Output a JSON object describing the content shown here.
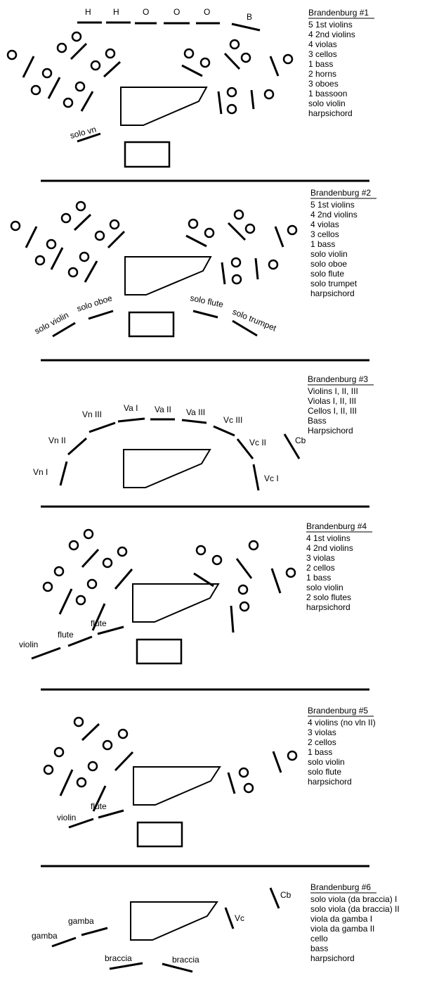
{
  "sections": [
    {
      "title": "Brandenburg #1",
      "items": [
        "5 1st violins",
        "4 2nd violins",
        "4 violas",
        "3 cellos",
        "1 bass",
        "2 horns",
        "3 oboes",
        "1 bassoon",
        "solo violin",
        "harpsichord"
      ],
      "labels": [
        "H",
        "H",
        "O",
        "O",
        "O",
        "B",
        "solo vn"
      ]
    },
    {
      "title": "Brandenburg #2",
      "items": [
        "5 1st violins",
        "4 2nd violins",
        "4 violas",
        "3 cellos",
        "1 bass",
        "solo violin",
        "solo oboe",
        "solo flute",
        "solo trumpet",
        "harpsichord"
      ],
      "labels": [
        "solo violin",
        "solo oboe",
        "solo flute",
        "solo trumpet"
      ]
    },
    {
      "title": "Brandenburg #3",
      "items": [
        "Violins I, II, III",
        "Violas I, II, III",
        "Cellos I, II, III",
        "Bass",
        "Harpsichord"
      ],
      "labels": [
        "Vn I",
        "Vn II",
        "Vn III",
        "Va I",
        "Va II",
        "Va III",
        "Vc III",
        "Vc II",
        "Vc I",
        "Cb"
      ]
    },
    {
      "title": "Brandenburg #4",
      "items": [
        "4 1st violins",
        "4 2nd violins",
        "3 violas",
        "2 cellos",
        "1 bass",
        "solo violin",
        "2 solo flutes",
        "harpsichord"
      ],
      "labels": [
        "violin",
        "flute",
        "flute"
      ]
    },
    {
      "title": "Brandenburg #5",
      "items": [
        "4 violins (no vln II)",
        "3 violas",
        "2 cellos",
        "1 bass",
        "solo violin",
        "solo flute",
        "harpsichord"
      ],
      "labels": [
        "violin",
        "flute"
      ]
    },
    {
      "title": "Brandenburg #6",
      "items": [
        "solo viola (da braccia) I",
        "solo viola (da braccia) II",
        "viola da gamba I",
        "viola da gamba II",
        "cello",
        "bass",
        "harpsichord"
      ],
      "labels": [
        "gamba",
        "gamba",
        "braccia",
        "braccia",
        "Vc",
        "Cb"
      ]
    }
  ]
}
